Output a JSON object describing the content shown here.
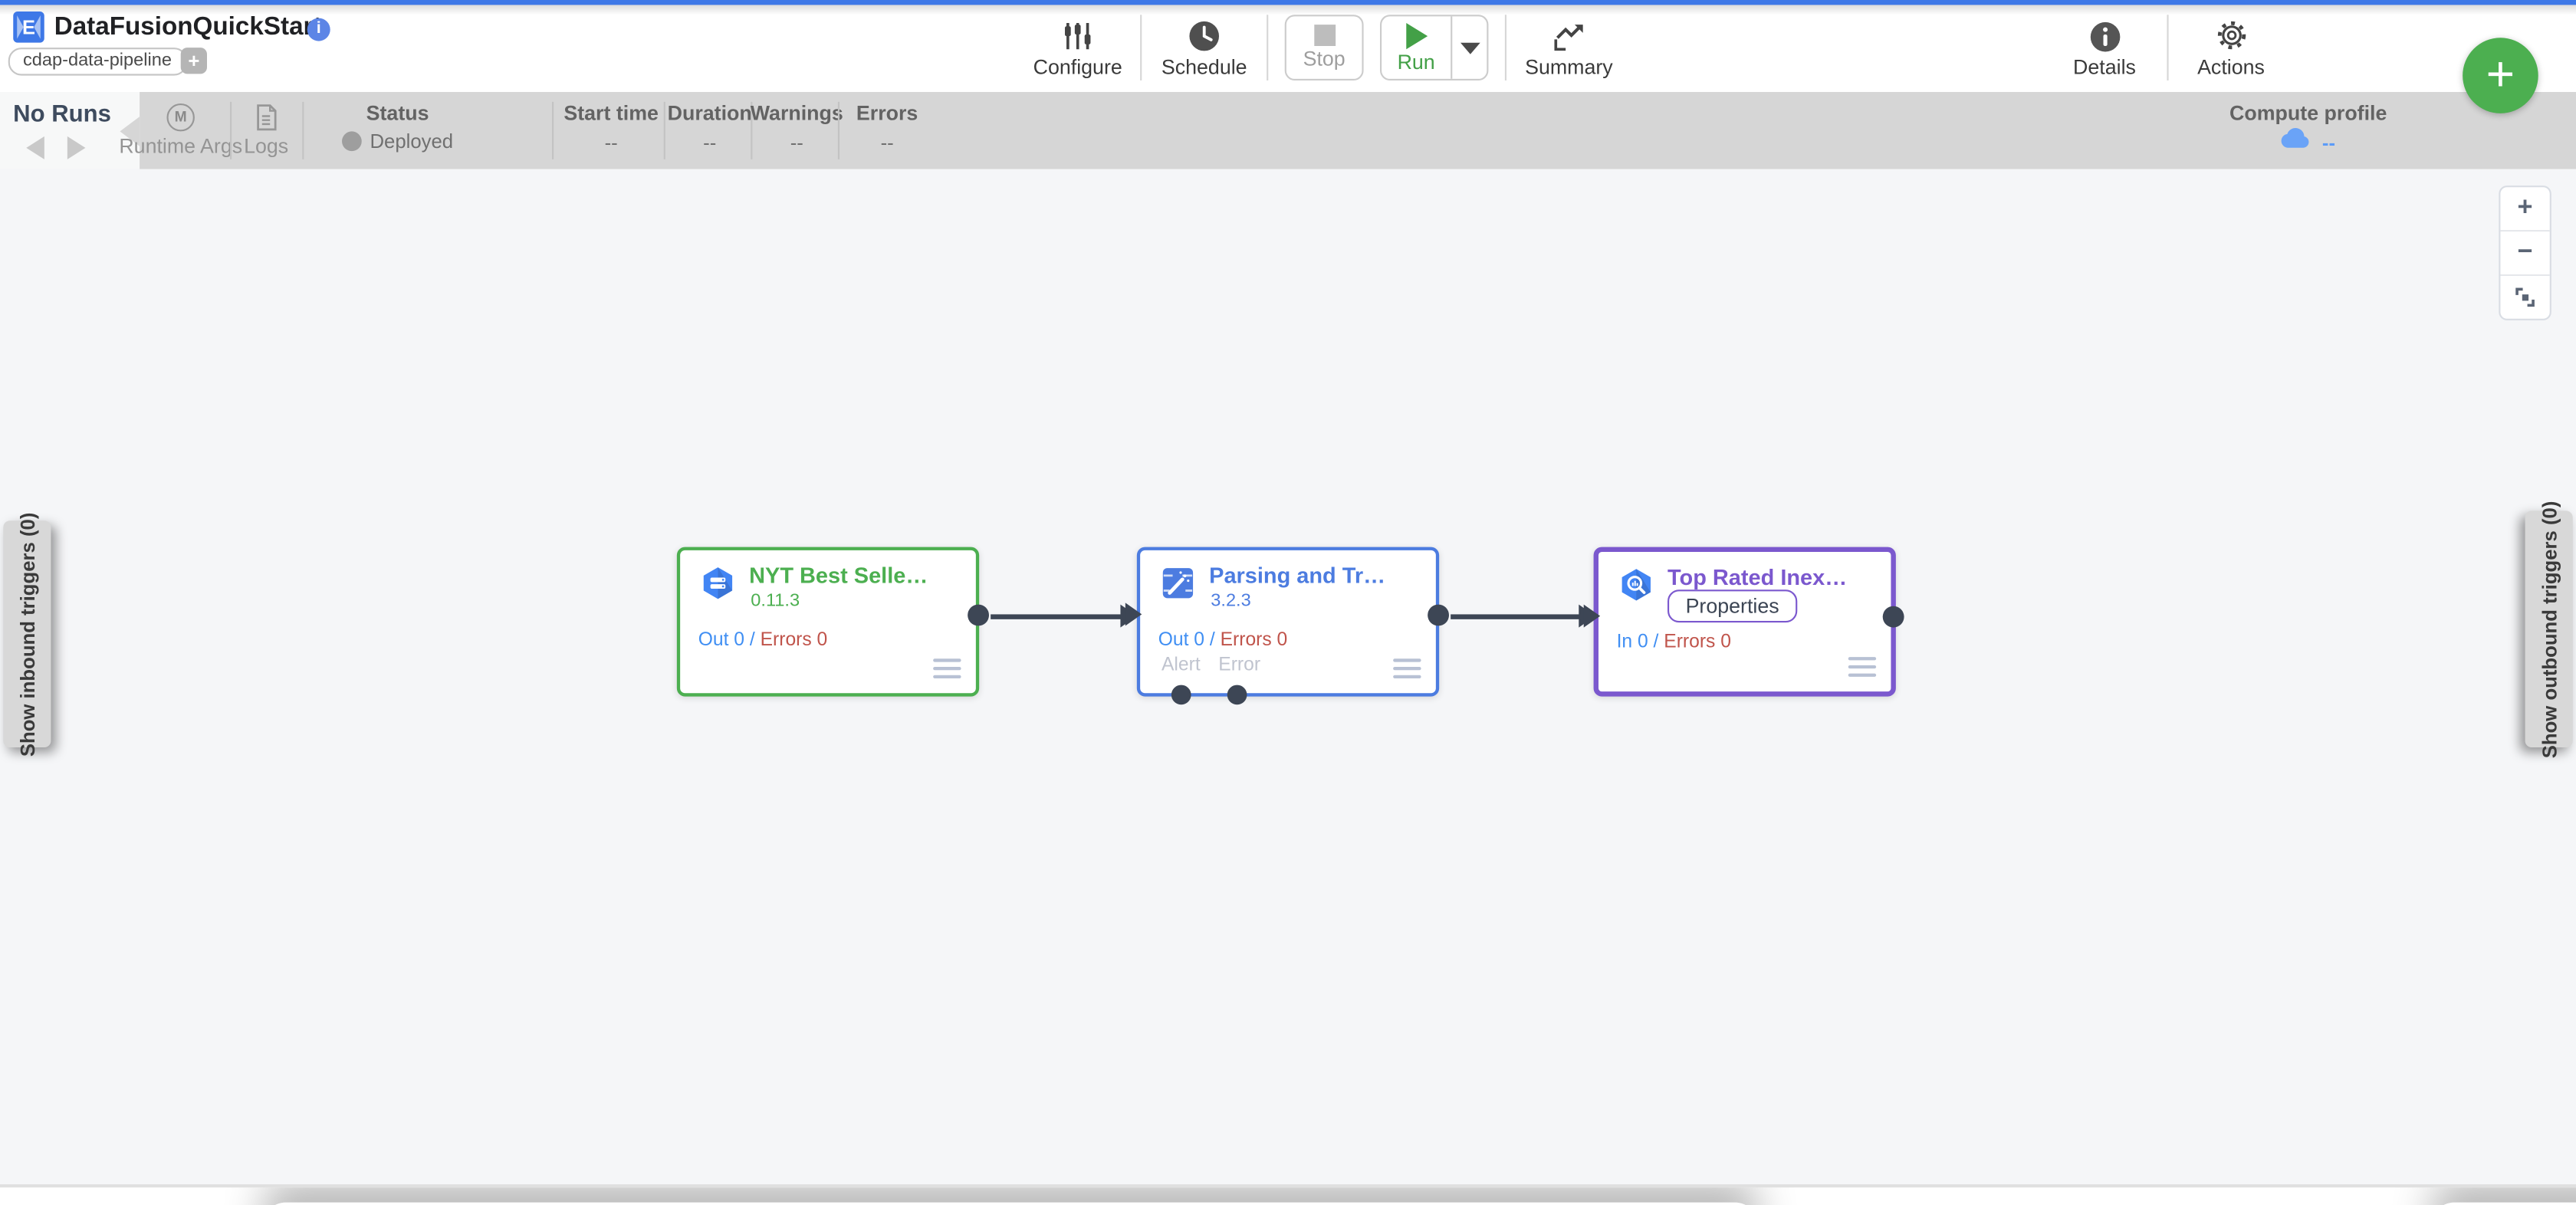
{
  "header": {
    "title": "DataFusionQuickStart",
    "tag": "cdap-data-pipeline",
    "add_tag": "+",
    "fab": "+",
    "toolbar": {
      "configure": "Configure",
      "schedule": "Schedule",
      "stop": "Stop",
      "run": "Run",
      "summary": "Summary",
      "details": "Details",
      "actions": "Actions"
    }
  },
  "run_bar": {
    "runs_label": "No Runs",
    "runtime_args_label": "Runtime Args",
    "runtime_args_icon_letter": "M",
    "logs_label": "Logs",
    "columns": [
      {
        "label": "Status",
        "value": "Deployed"
      },
      {
        "label": "Start time",
        "value": "--"
      },
      {
        "label": "Duration",
        "value": "--"
      },
      {
        "label": "Warnings",
        "value": "--"
      },
      {
        "label": "Errors",
        "value": "--"
      }
    ],
    "compute_profile": {
      "label": "Compute profile",
      "value": "--"
    }
  },
  "canvas": {
    "inbound_tab_label": "Show inbound triggers (0)",
    "outbound_tab_label": "Show outbound triggers (0)",
    "zoom_controls": {
      "zoom_in": "+",
      "zoom_out": "−",
      "fit_icon": "fit-to-screen-icon"
    },
    "nodes": [
      {
        "name": "NYT Best Selle…",
        "version": "0.11.3",
        "accent_color": "#4caf50",
        "icon": "storage-hexagon-icon",
        "metrics": {
          "out": "Out 0",
          "separator": "/",
          "errors": "Errors 0"
        }
      },
      {
        "name": "Parsing and Tr…",
        "version": "3.2.3",
        "accent_color": "#4c7ce0",
        "icon": "wrangler-icon",
        "metrics": {
          "out": "Out 0",
          "separator": "/",
          "errors": "Errors 0"
        },
        "extra_ports": [
          "Alert",
          "Error"
        ]
      },
      {
        "name": "Top Rated Inex…",
        "accent_color": "#7b58ce",
        "icon": "bigquery-hexagon-icon",
        "properties_label": "Properties",
        "metrics": {
          "out": "In 0",
          "separator": "/",
          "errors": "Errors 0"
        }
      }
    ]
  },
  "colors": {
    "top_strip_blue": "#3e78e7",
    "run_green": "#43a047",
    "fab_green": "#4caf50",
    "metric_blue": "#3f8ef3",
    "metric_red": "#c0544b",
    "port_dark": "#3d4655",
    "compute_profile_blue": "#5b9bf8"
  }
}
